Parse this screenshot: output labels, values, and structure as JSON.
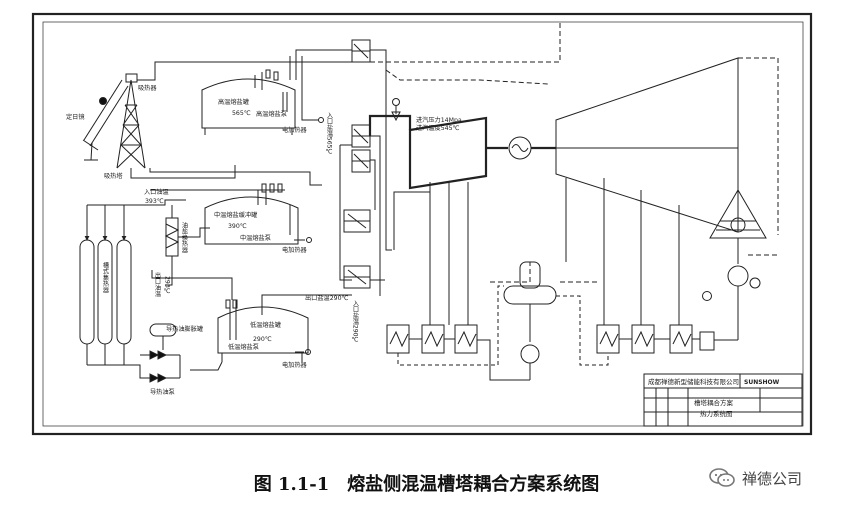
{
  "diagram": {
    "heliostat": "定日镜",
    "receiver": "吸热器",
    "receiver_tower": "吸热塔",
    "hot_tank": "高温熔盐罐",
    "hot_temp": "565℃",
    "hot_pump": "高温熔盐泵",
    "heater_a": "电加热器",
    "heater_b": "电加热器",
    "heater_c": "电加热器",
    "mid_tank": "中温熔盐缓冲罐",
    "mid_temp": "390℃",
    "mid_pump": "中温熔盐泵",
    "cold_tank": "低温熔盐罐",
    "cold_temp": "290℃",
    "cold_pump": "低温熔盐泵",
    "oil_inlet": "入口油温",
    "oil_inlet_temp": "393℃",
    "oil_outlet": "出口油温",
    "oil_outlet_temp": "293℃",
    "oil_salt_hx": "油盐换热器",
    "trough_collector": "槽式集热器",
    "expansion_tank": "导热油膨胀罐",
    "oil_pump": "导热油泵",
    "salt_in": "入口盐温565℃",
    "salt_out": "出口盐温290℃",
    "salt_in_bottom": "入口盐温290℃",
    "steam": "进汽压力14Mpa\n进汽温度545℃",
    "company": "成都禅德新型储能科技有限公司",
    "logo": "SUNSHOW",
    "drawing_title_1": "槽塔耦合方案",
    "drawing_title_2": "热力系统图"
  },
  "caption": {
    "number": "图 1.1-1",
    "title": "熔盐侧混温槽塔耦合方案系统图"
  },
  "watermark": {
    "text": "禅德公司"
  }
}
